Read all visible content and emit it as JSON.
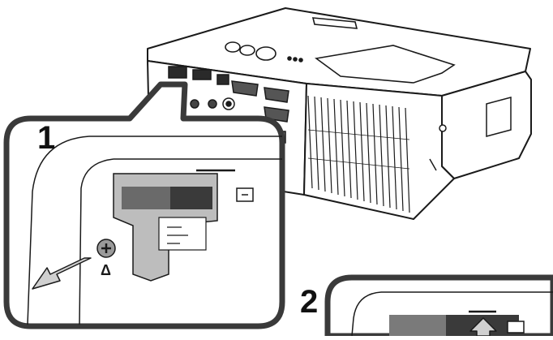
{
  "figure": {
    "steps": [
      {
        "number": "1",
        "caption": ""
      },
      {
        "number": "2",
        "caption": ""
      }
    ],
    "callout_mark": "Δ",
    "icons": [
      "projector-body",
      "security-screw-icon",
      "pull-out-arrow-icon",
      "push-up-arrow-icon",
      "cable-cover-icon"
    ],
    "colors": {
      "line": "#1a1a1a",
      "callout_fill": "#ffffff",
      "cover_dark": "#3a3a3a",
      "cover_grey": "#bdbdbd",
      "arrow_fill": "#d0d0d0"
    }
  }
}
